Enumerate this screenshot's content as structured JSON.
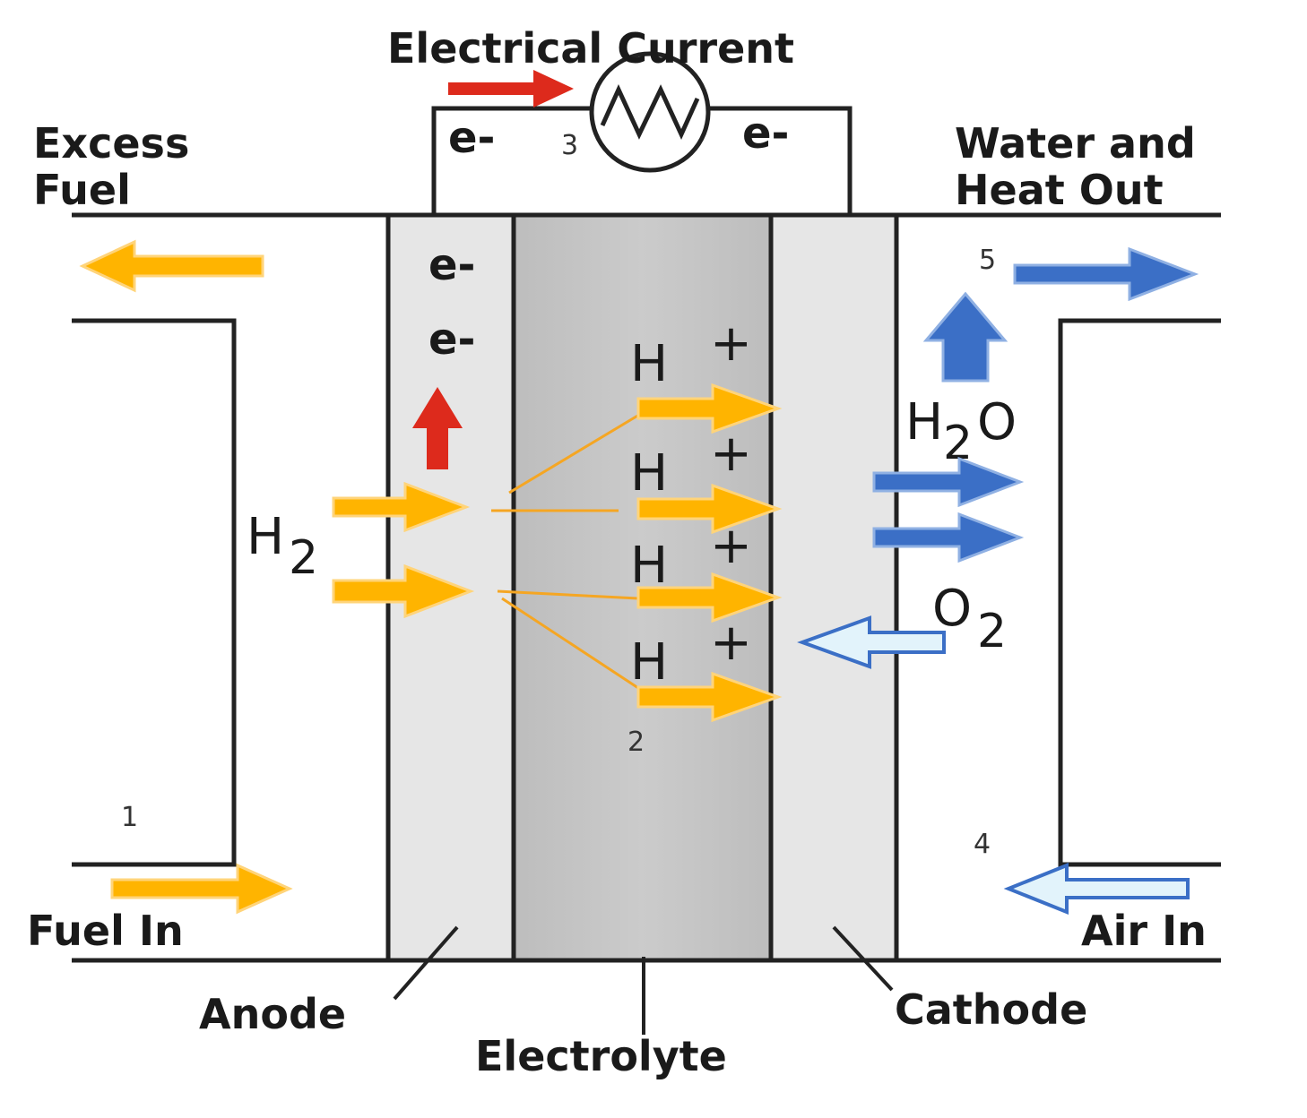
{
  "labels": {
    "electrical_current": "Electrical Current",
    "excess_fuel_line1": "Excess",
    "excess_fuel_line2": "Fuel",
    "water_heat_line1": "Water and",
    "water_heat_line2": "Heat Out",
    "fuel_in": "Fuel In",
    "air_in": "Air In",
    "anode": "Anode",
    "electrolyte": "Electrolyte",
    "cathode": "Cathode"
  },
  "species": {
    "electron": "e-",
    "h_plus_base": "H",
    "h_plus_sup": "+",
    "h2_base": "H",
    "h2_sub": "2",
    "h2o_h": "H",
    "h2o_sub": "2",
    "h2o_o": "O",
    "o2_base": "O",
    "o2_sub": "2"
  },
  "step_numbers": {
    "n1": "1",
    "n2": "2",
    "n3": "3",
    "n4": "4",
    "n5": "5"
  },
  "colors": {
    "fuel_arrow": "#ffb400",
    "electron_arrow": "#dd2a1c",
    "water_arrow": "#3b6fc6",
    "air_arrow_fill": "#e2f3fb",
    "air_arrow_stroke": "#3b6fc6",
    "electrode_fill": "#e6e6e6",
    "electrolyte_fill": "#c4c4c4",
    "line": "#222222"
  }
}
